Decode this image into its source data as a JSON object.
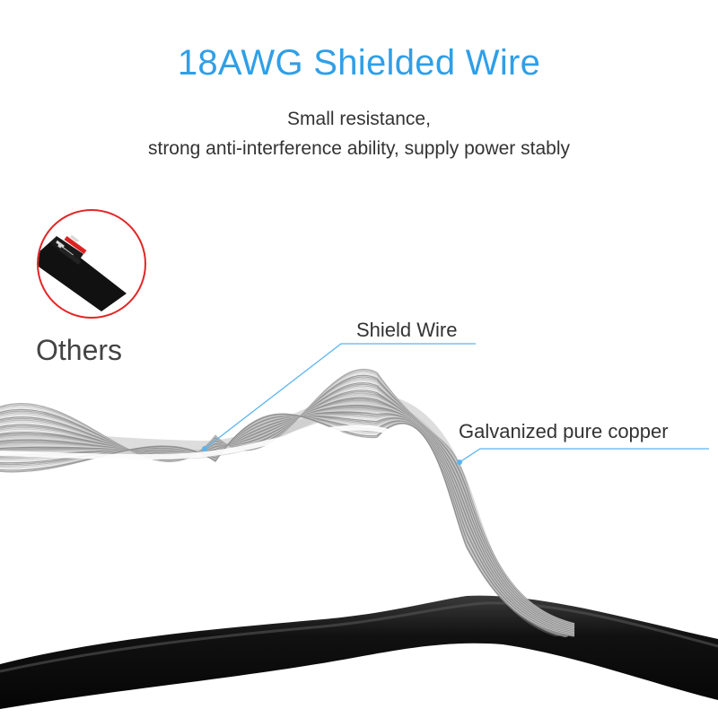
{
  "header": {
    "title": "18AWG Shielded Wire",
    "subtitle_line1": "Small resistance,",
    "subtitle_line2": "strong anti-interference ability, supply power stably"
  },
  "comparison": {
    "label": "Others",
    "ring_color": "#e32626"
  },
  "callouts": {
    "shield": "Shield Wire",
    "copper": "Galvanized pure copper",
    "line_color": "#5bb4ef"
  },
  "colors": {
    "title": "#2f9fe8",
    "cable_black": "#111111",
    "strand_silver": "#b9b9b9"
  }
}
